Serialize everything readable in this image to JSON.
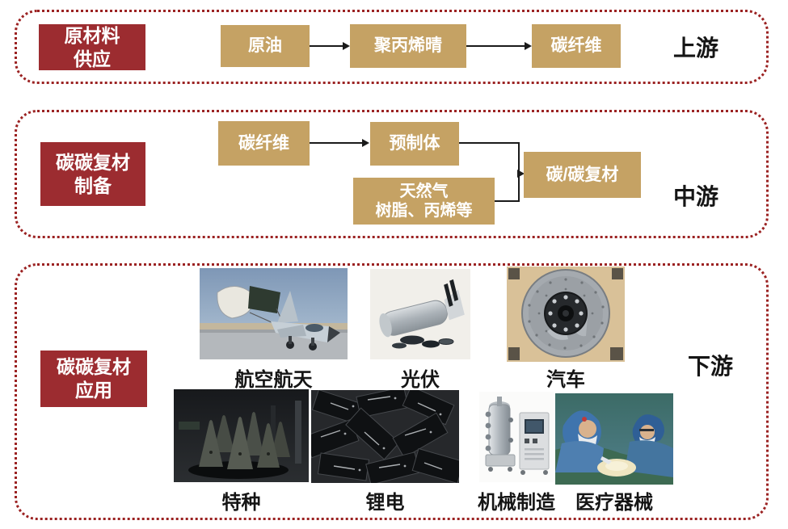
{
  "palette": {
    "section_border": "#9B2222",
    "label_box_bg": "#9C2C30",
    "flow_box_bg": "#C5A264",
    "box_text": "#FFFFFF",
    "stage_text": "#151515"
  },
  "upstream": {
    "label_lines": [
      "原材料",
      "供应"
    ],
    "stage": "上游",
    "boxes": [
      "原油",
      "聚丙烯晴",
      "碳纤维"
    ]
  },
  "midstream": {
    "label_lines": [
      "碳碳复材",
      "制备"
    ],
    "stage": "中游",
    "carbon_fiber": "碳纤维",
    "preform": "预制体",
    "gas_lines": [
      "天然气",
      "树脂、丙烯等"
    ],
    "composite": "碳/碳复材"
  },
  "downstream": {
    "label_lines": [
      "碳碳复材",
      "应用"
    ],
    "stage": "下游",
    "row1": [
      {
        "caption": "航空航天",
        "image": "fighter-jet-with-drag-parachute"
      },
      {
        "caption": "光伏",
        "image": "silicon-ingot-and-wafers"
      },
      {
        "caption": "汽车",
        "image": "carbon-ceramic-brake-disc"
      },
      {
        "caption": "特种",
        "image": "missile-nose-cones"
      },
      {
        "caption": "锂电",
        "image": "lithium-battery-carbon-plates"
      },
      {
        "caption": "机械制造",
        "image": "industrial-furnace-equipment"
      },
      {
        "caption": "医疗器械",
        "image": "surgeons-operating"
      }
    ]
  }
}
